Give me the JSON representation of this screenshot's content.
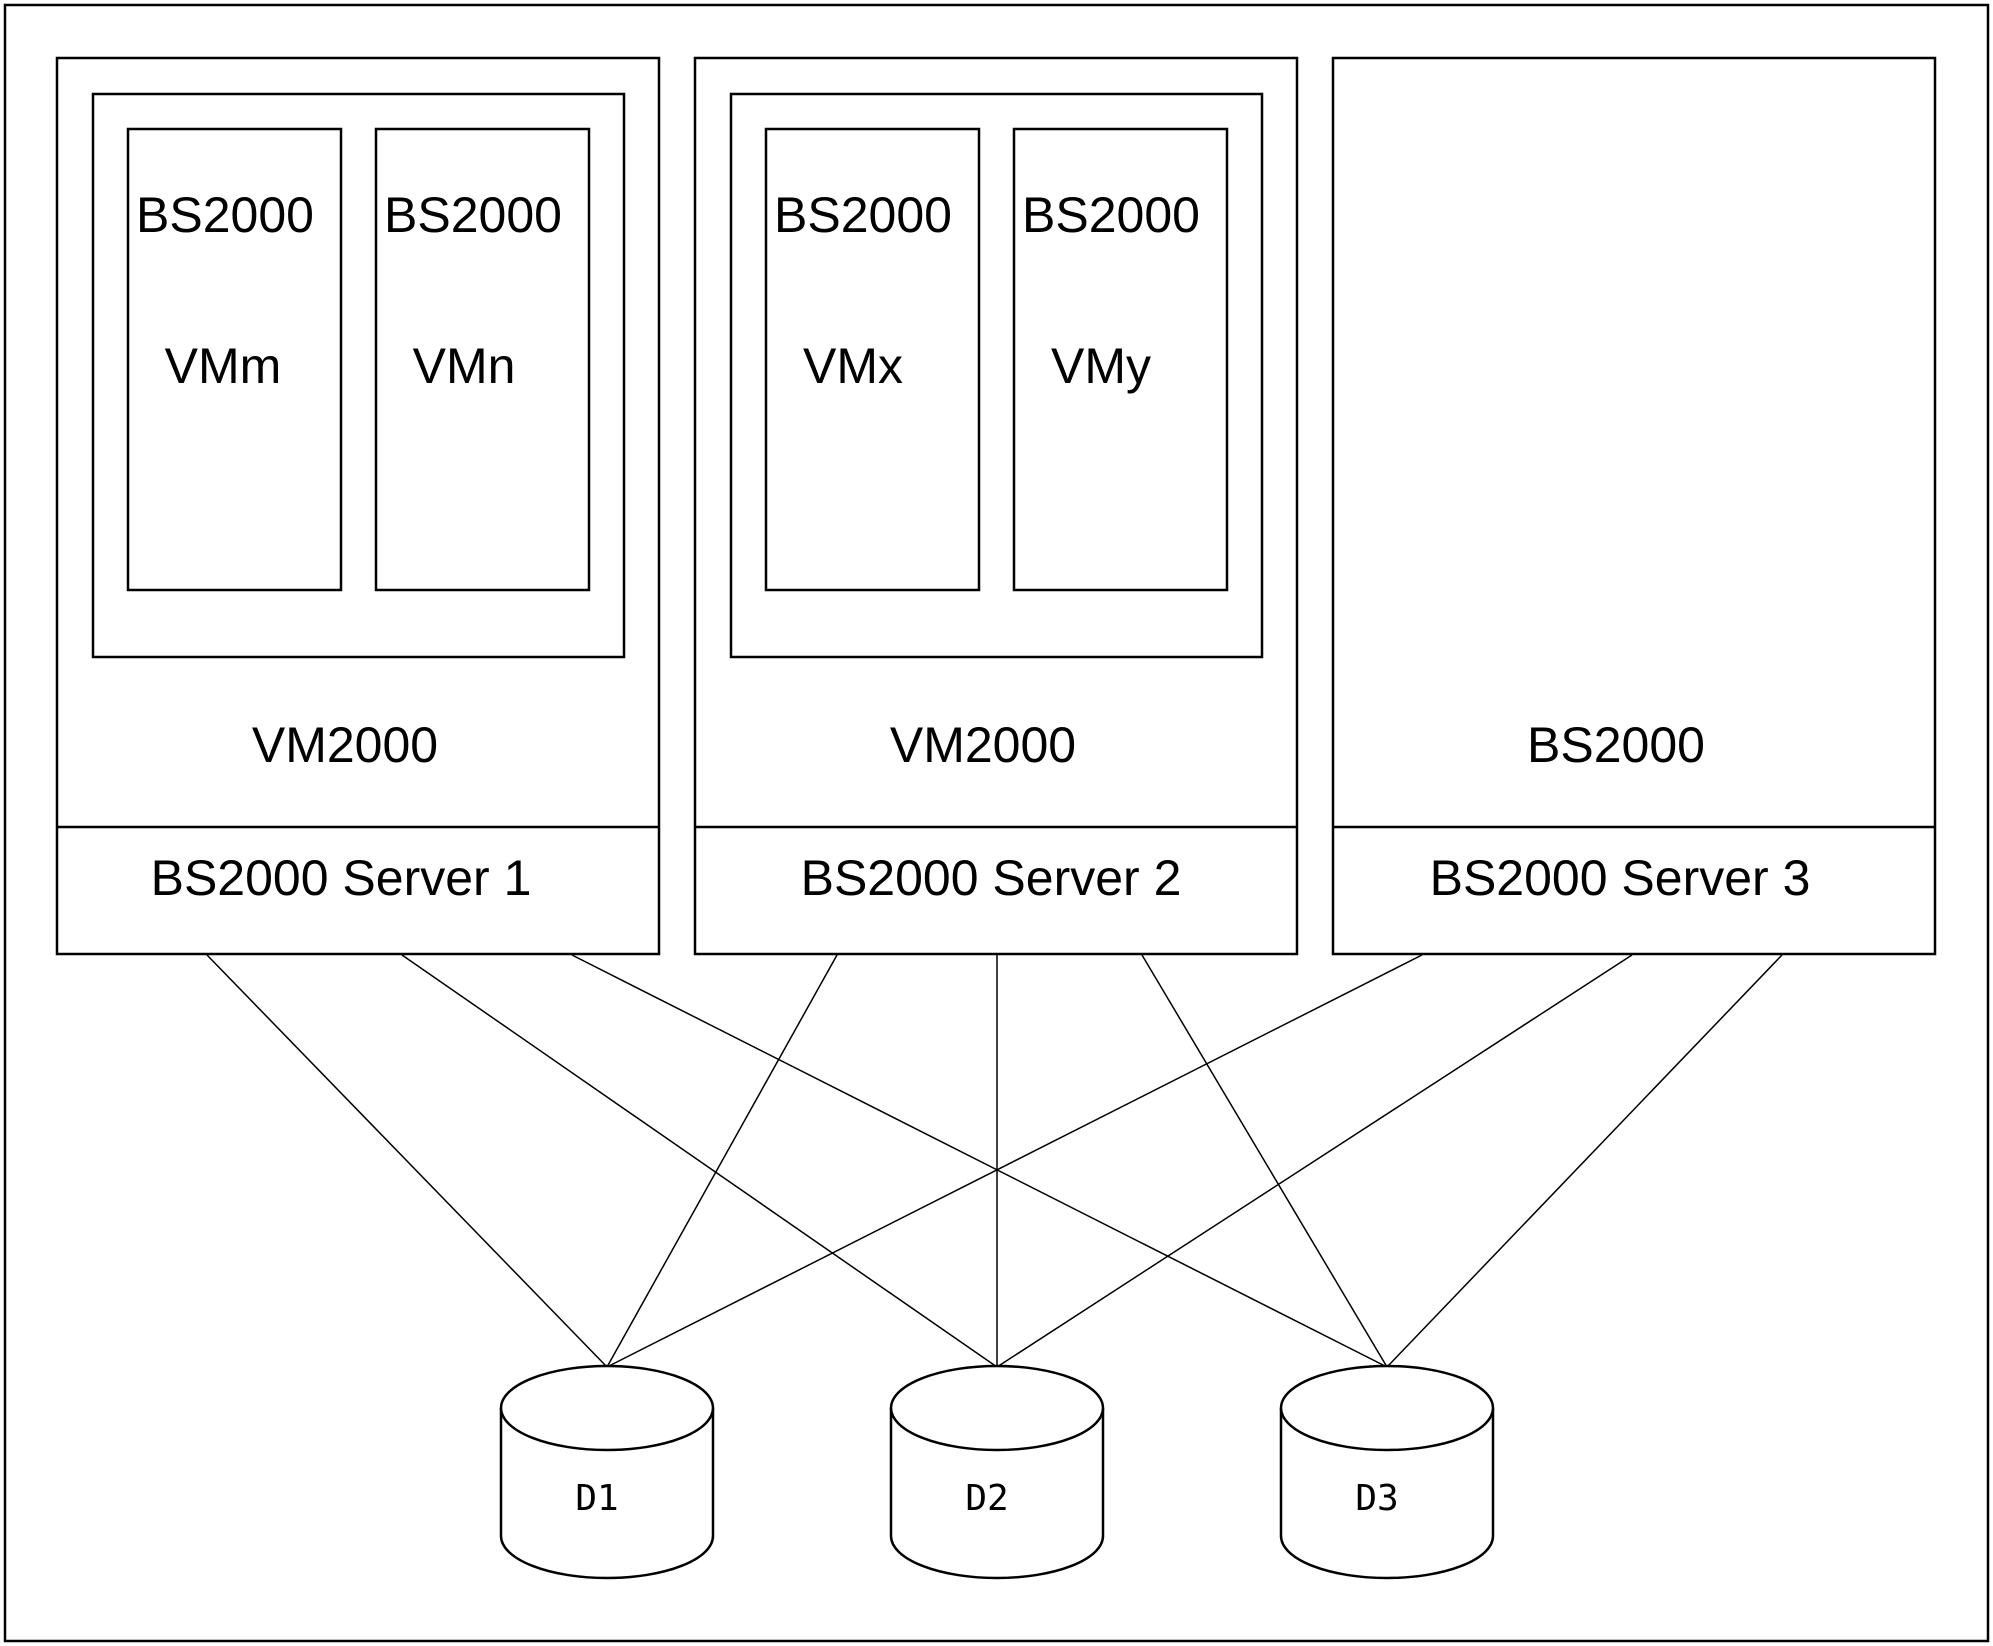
{
  "servers": [
    {
      "name": "BS2000 Server 1",
      "host": "VM2000",
      "guests": [
        {
          "os": "BS2000",
          "vm": "VMm"
        },
        {
          "os": "BS2000",
          "vm": "VMn"
        }
      ]
    },
    {
      "name": "BS2000 Server 2",
      "host": "VM2000",
      "guests": [
        {
          "os": "BS2000",
          "vm": "VMx"
        },
        {
          "os": "BS2000",
          "vm": "VMy"
        }
      ]
    },
    {
      "name": "BS2000 Server 3",
      "host": "BS2000",
      "guests": []
    }
  ],
  "disks": [
    "D1",
    "D2",
    "D3"
  ],
  "connections": [
    {
      "server": 1,
      "disk": "D1"
    },
    {
      "server": 1,
      "disk": "D2"
    },
    {
      "server": 1,
      "disk": "D3"
    },
    {
      "server": 2,
      "disk": "D1"
    },
    {
      "server": 2,
      "disk": "D2"
    },
    {
      "server": 2,
      "disk": "D3"
    },
    {
      "server": 3,
      "disk": "D1"
    },
    {
      "server": 3,
      "disk": "D2"
    },
    {
      "server": 3,
      "disk": "D3"
    }
  ]
}
